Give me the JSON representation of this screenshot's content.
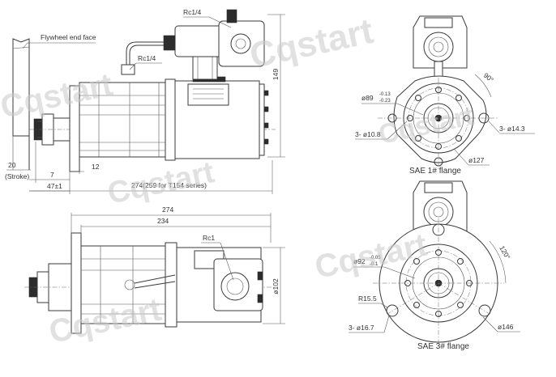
{
  "watermark": "Cqstart",
  "top_view": {
    "labels": {
      "flywheel": "Flywheel end face",
      "rc_top": "Rc1/4",
      "rc_mid": "Rc1/4"
    },
    "dims": {
      "height": "149",
      "stroke_value": "20",
      "stroke_word": "(Stroke)",
      "d7": "7",
      "d12": "12",
      "d47": "47±1",
      "length": "274(259 for T154 series)"
    }
  },
  "bottom_view": {
    "labels": {
      "rc": "Rc1"
    },
    "dims": {
      "l274": "274",
      "l234": "234",
      "dia102": "ø102"
    }
  },
  "sae1": {
    "caption": "SAE 1# flange",
    "dims": {
      "pilot": "ø89",
      "tol_upper": "-0.13",
      "tol_lower": "-0.23",
      "holes": "3- ø10.8",
      "bolt_circle": "ø127",
      "hole_big": "3- ø14.3",
      "angle": "90°"
    }
  },
  "sae3": {
    "caption": "SAE 3# flange",
    "dims": {
      "pilot": "ø92",
      "tol_upper": "-0.05",
      "tol_lower": "-0.1",
      "radius": "R15.5",
      "holes": "3- ø16.7",
      "bolt_circle": "ø146",
      "angle": "120°"
    }
  }
}
